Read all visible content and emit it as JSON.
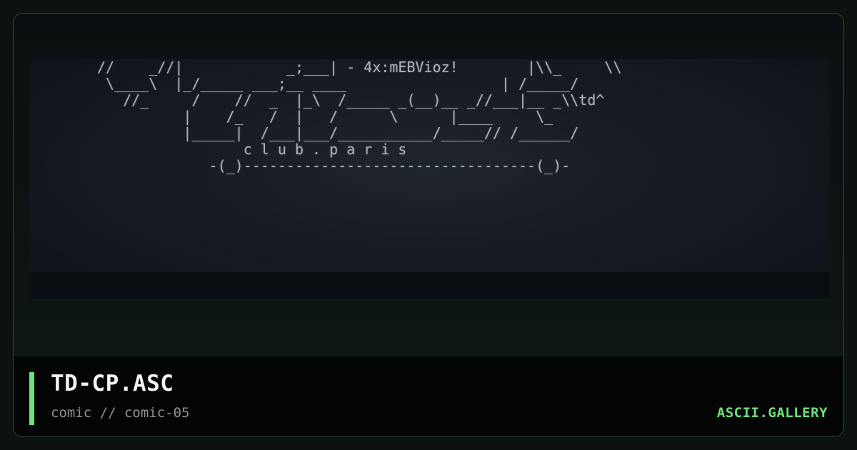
{
  "card": {
    "preview": {
      "ascii_art": "//    _//|            _;___| - 4x:mEBVioz!        |\\\\_     \\\\\n \\____\\  |_/_____ ___;__ ____                  | /_____/\n   //_     /    //  _  |_\\  /_____ _(__)__ _//___|__ _\\\\td^\n          |    /_   /  |   /      \\      |____     \\_\n          |_____|  /___|___/___________/_____// /______/\n                 c l u b . p a r i s\n             -(_)----------------------------------(_)-"
    },
    "footer": {
      "title": "TD-CP.ASC",
      "subtitle": "comic // comic-05",
      "brand": "ASCII.GALLERY"
    }
  },
  "colors": {
    "accent": "#6fe079",
    "border": "#2a4a2e",
    "title": "#f2f4f3",
    "subtitle": "#8e948f"
  }
}
